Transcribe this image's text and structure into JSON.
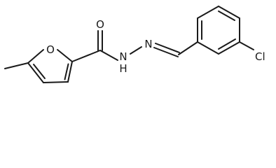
{
  "molecule": {
    "atoms": {
      "ring_oxygen": "O",
      "carbonyl_oxygen": "O",
      "hydrazone_nitrogen": "N",
      "amide_nitrogen_label": "N",
      "amide_hydrogen": "H",
      "chlorine": "Cl"
    }
  }
}
